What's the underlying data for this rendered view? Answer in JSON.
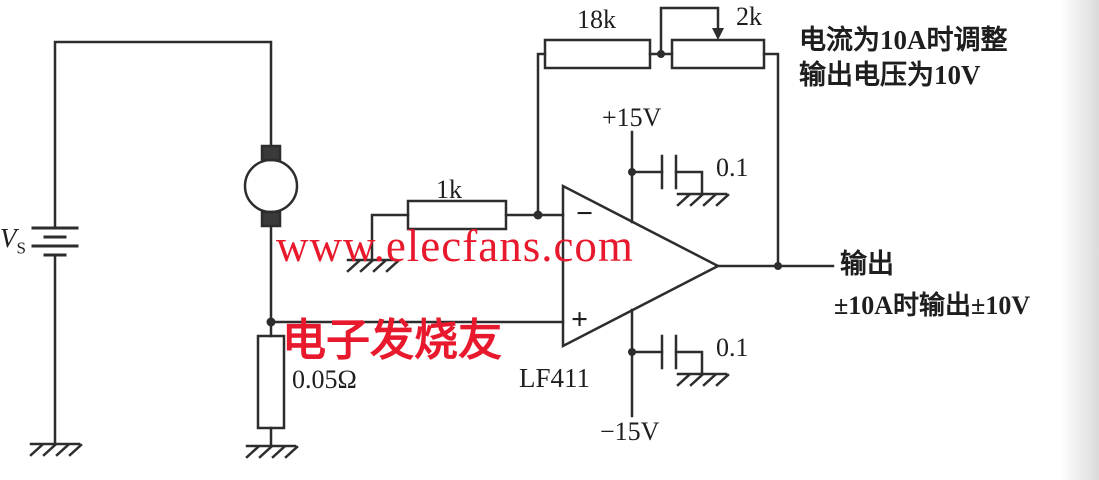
{
  "diagram": {
    "type": "circuit-schematic",
    "ink_color": "#2d2d2d",
    "background": "#ffffff"
  },
  "components": {
    "source": {
      "label": "V",
      "label_sub": "S"
    },
    "shunt_resistor": {
      "value": "0.05Ω"
    },
    "input_resistor": {
      "value": "1k"
    },
    "feedback_resistor": {
      "value": "18k"
    },
    "potentiometer": {
      "value": "2k"
    },
    "opamp": {
      "part": "LF411",
      "inverting_input": "−",
      "noninverting_input": "+"
    },
    "positive_supply": {
      "label": "+15V"
    },
    "negative_supply": {
      "label": "−15V"
    },
    "bypass_cap_top": {
      "value": "0.1"
    },
    "bypass_cap_bottom": {
      "value": "0.1"
    }
  },
  "annotations": {
    "adjust_note_line1": "电流为10A时调整",
    "adjust_note_line2": "输出电压为10V",
    "output_label": "输出",
    "output_note": "±10A时输出±10V"
  },
  "watermark": {
    "site": "www.elecfans.com",
    "brand": "电子发烧友",
    "color": "#e8192d"
  }
}
